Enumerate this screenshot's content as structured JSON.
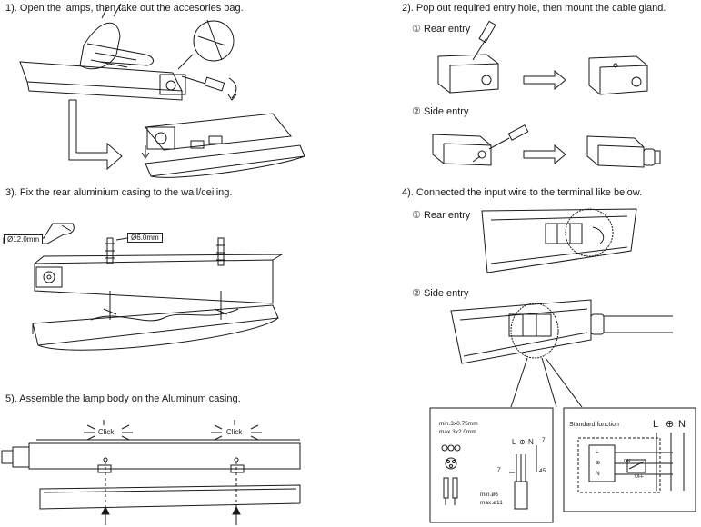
{
  "steps": {
    "s1": "1). Open the lamps, then take out the accesories bag.",
    "s2": "2). Pop out required entry hole, then mount the cable gland.",
    "s3": "3). Fix the rear aluminium casing to the wall/ceiling.",
    "s4": "4). Connected the input wire to the terminal like below.",
    "s5": "5). Assemble the lamp body on the Aluminum casing."
  },
  "substeps": {
    "rear_entry_num": "①",
    "rear_entry": "Rear entry",
    "side_entry_num": "②",
    "side_entry": "Side entry",
    "rear_entry_num_b": "①",
    "rear_entry_b": "Rear entry",
    "side_entry_num_b": "②",
    "side_entry_b": "Side entry"
  },
  "dims": {
    "d12": "Ø12.0mm",
    "d6": "Ø6.0mm"
  },
  "click": {
    "left": "Click",
    "right": "Click"
  },
  "wiring": {
    "cable_spec_1": "min.3x0.75mm",
    "cable_spec_2": "max.3x2.0mm",
    "strip_min": "min.ø6",
    "strip_max": "max.ø11",
    "len7a": "7",
    "len7b": "7",
    "len45": "45",
    "term_L": "L",
    "term_E": "⊕",
    "term_N": "N",
    "std_func": "Standard function",
    "std_L": "L",
    "std_E": "⊕",
    "std_N": "N",
    "box_L": "L",
    "box_E": "⊕",
    "box_N": "N",
    "box_on": "ON",
    "box_off": "OFF"
  }
}
